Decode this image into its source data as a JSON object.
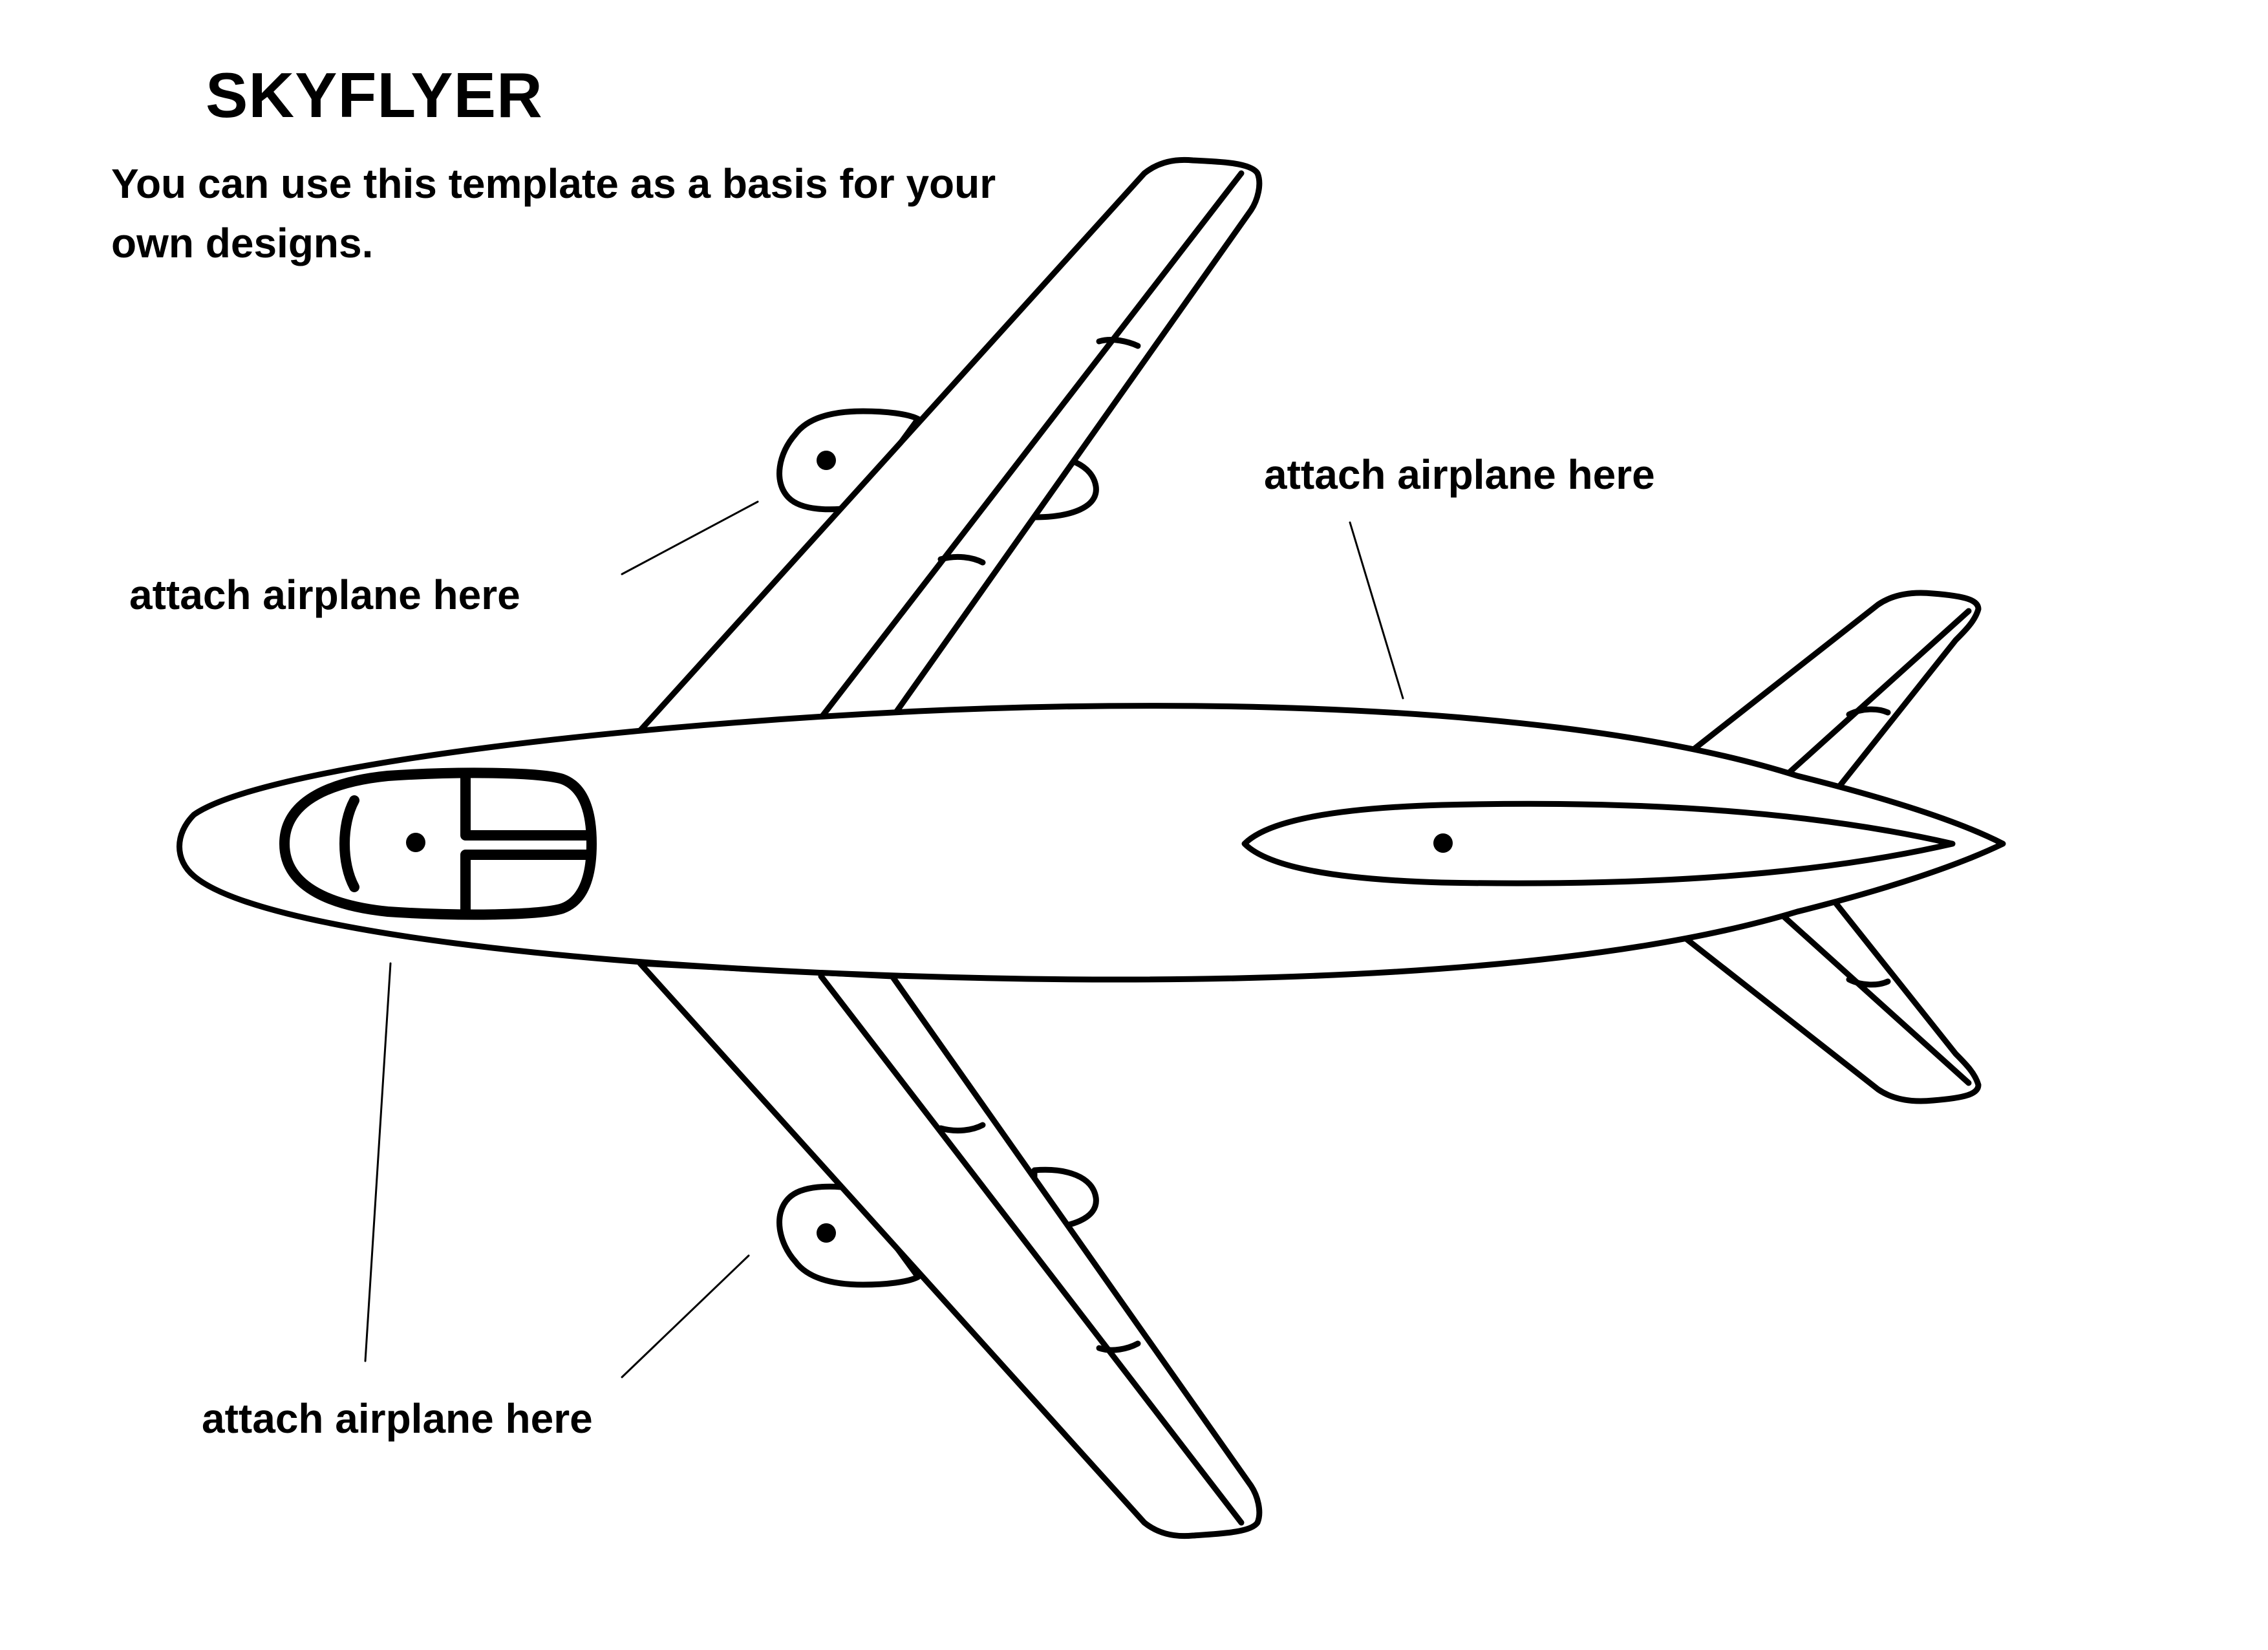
{
  "heading": {
    "title": "SKYFLYER",
    "subtitle": "You can use this template as a basis for your own designs."
  },
  "labels": {
    "left": "attach airplane here",
    "right": "attach airplane here",
    "bottom": "attach airplane here"
  },
  "colors": {
    "ink": "#000000",
    "paper": "#ffffff"
  }
}
